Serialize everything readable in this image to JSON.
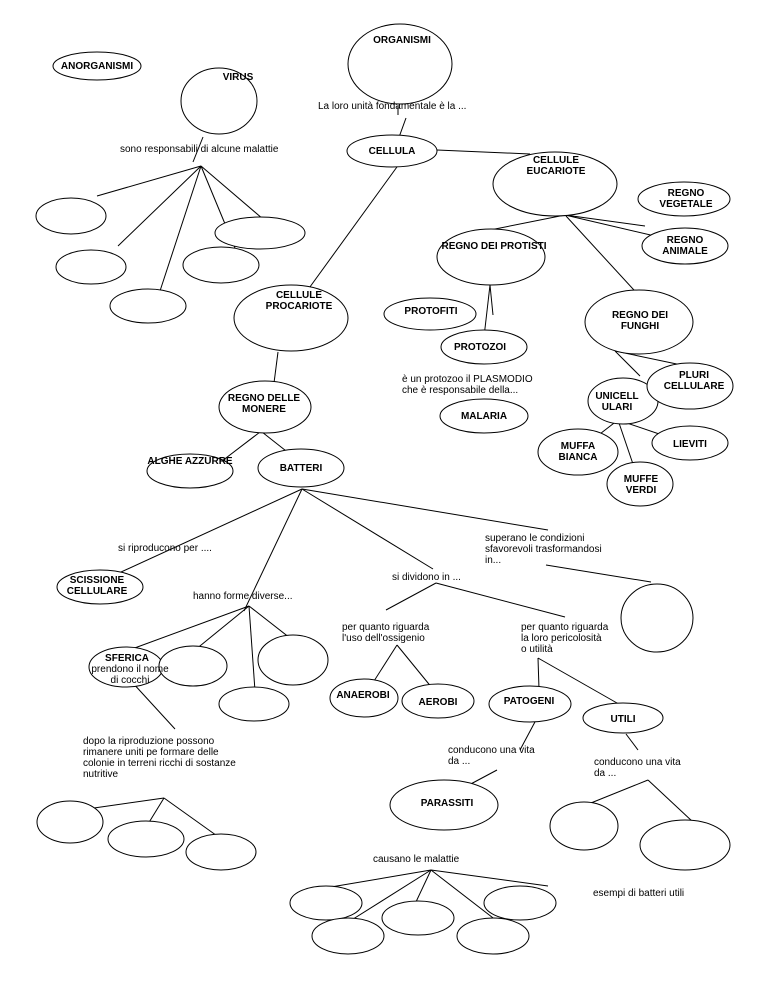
{
  "nodes": {
    "organismi": [
      "ORGANISMI"
    ],
    "anorganismi": [
      "ANORGANISMI"
    ],
    "virus": [
      "VIRUS"
    ],
    "cellula": [
      "CELLULA"
    ],
    "cellule_eucariote": [
      "CELLULE",
      "EUCARIOTE"
    ],
    "regno_vegetale": [
      "REGNO",
      "VEGETALE"
    ],
    "regno_animale": [
      "REGNO",
      "ANIMALE"
    ],
    "regno_protisti": [
      "REGNO DEI PROTISTI"
    ],
    "cellule_procariote": [
      "CELLULE",
      "PROCARIOTE"
    ],
    "protofiti": [
      "PROTOFITI"
    ],
    "regno_funghi": [
      "REGNO DEI",
      "FUNGHI"
    ],
    "protozoi": [
      "PROTOZOI"
    ],
    "regno_monere": [
      "REGNO DELLE",
      "MONERE"
    ],
    "malaria": [
      "MALARIA"
    ],
    "unicellulari": [
      "UNICELL",
      "ULARI"
    ],
    "pluricellulare": [
      "PLURI",
      "CELLULARE"
    ],
    "alghe_azzurre": [
      "ALGHE AZZURRE"
    ],
    "batteri": [
      "BATTERI"
    ],
    "muffa_bianca": [
      "MUFFA",
      "BIANCA"
    ],
    "lieviti": [
      "LIEVITI"
    ],
    "muffe_verdi": [
      "MUFFE",
      "VERDI"
    ],
    "scissione": [
      "SCISSIONE",
      "CELLULARE"
    ],
    "sferica": [
      "SFERICA"
    ],
    "anaerobi": [
      "ANAEROBI"
    ],
    "aerobi": [
      "AEROBI"
    ],
    "patogeni": [
      "PATOGENI"
    ],
    "utili": [
      "UTILI"
    ],
    "parassiti": [
      "PARASSITI"
    ]
  },
  "notes": {
    "sferica_note": [
      "prendono il nome",
      "di cocchi"
    ]
  },
  "links": {
    "unita": [
      "La loro unità fondamentale è la ..."
    ],
    "malattie": [
      "sono responsabili di alcune malattie"
    ],
    "plasmodio": [
      "è un protozoo il PLASMODIO",
      "che è responsabile della..."
    ],
    "riproducono": [
      "si riproducono per ...."
    ],
    "superano": [
      "superano le condizioni",
      "sfavorevoli trasformandosi",
      "in..."
    ],
    "dividono": [
      "si dividono in ..."
    ],
    "forme": [
      "hanno forme diverse..."
    ],
    "ossigenio": [
      "per quanto riguarda",
      "l'uso dell'ossigenio"
    ],
    "pericolosita": [
      "per quanto riguarda",
      "la loro pericolosità",
      "o utilità"
    ],
    "colonie": [
      "dopo la riproduzione possono",
      "rimanere uniti pe formare delle",
      "colonie in terreni ricchi di sostanze",
      "nutritive"
    ],
    "vita1": [
      "conducono una vita",
      "da ..."
    ],
    "vita2": [
      "conducono una vita",
      "da ..."
    ],
    "causano": [
      "causano le malattie"
    ],
    "esempi": [
      "esempi di batteri utili"
    ]
  }
}
